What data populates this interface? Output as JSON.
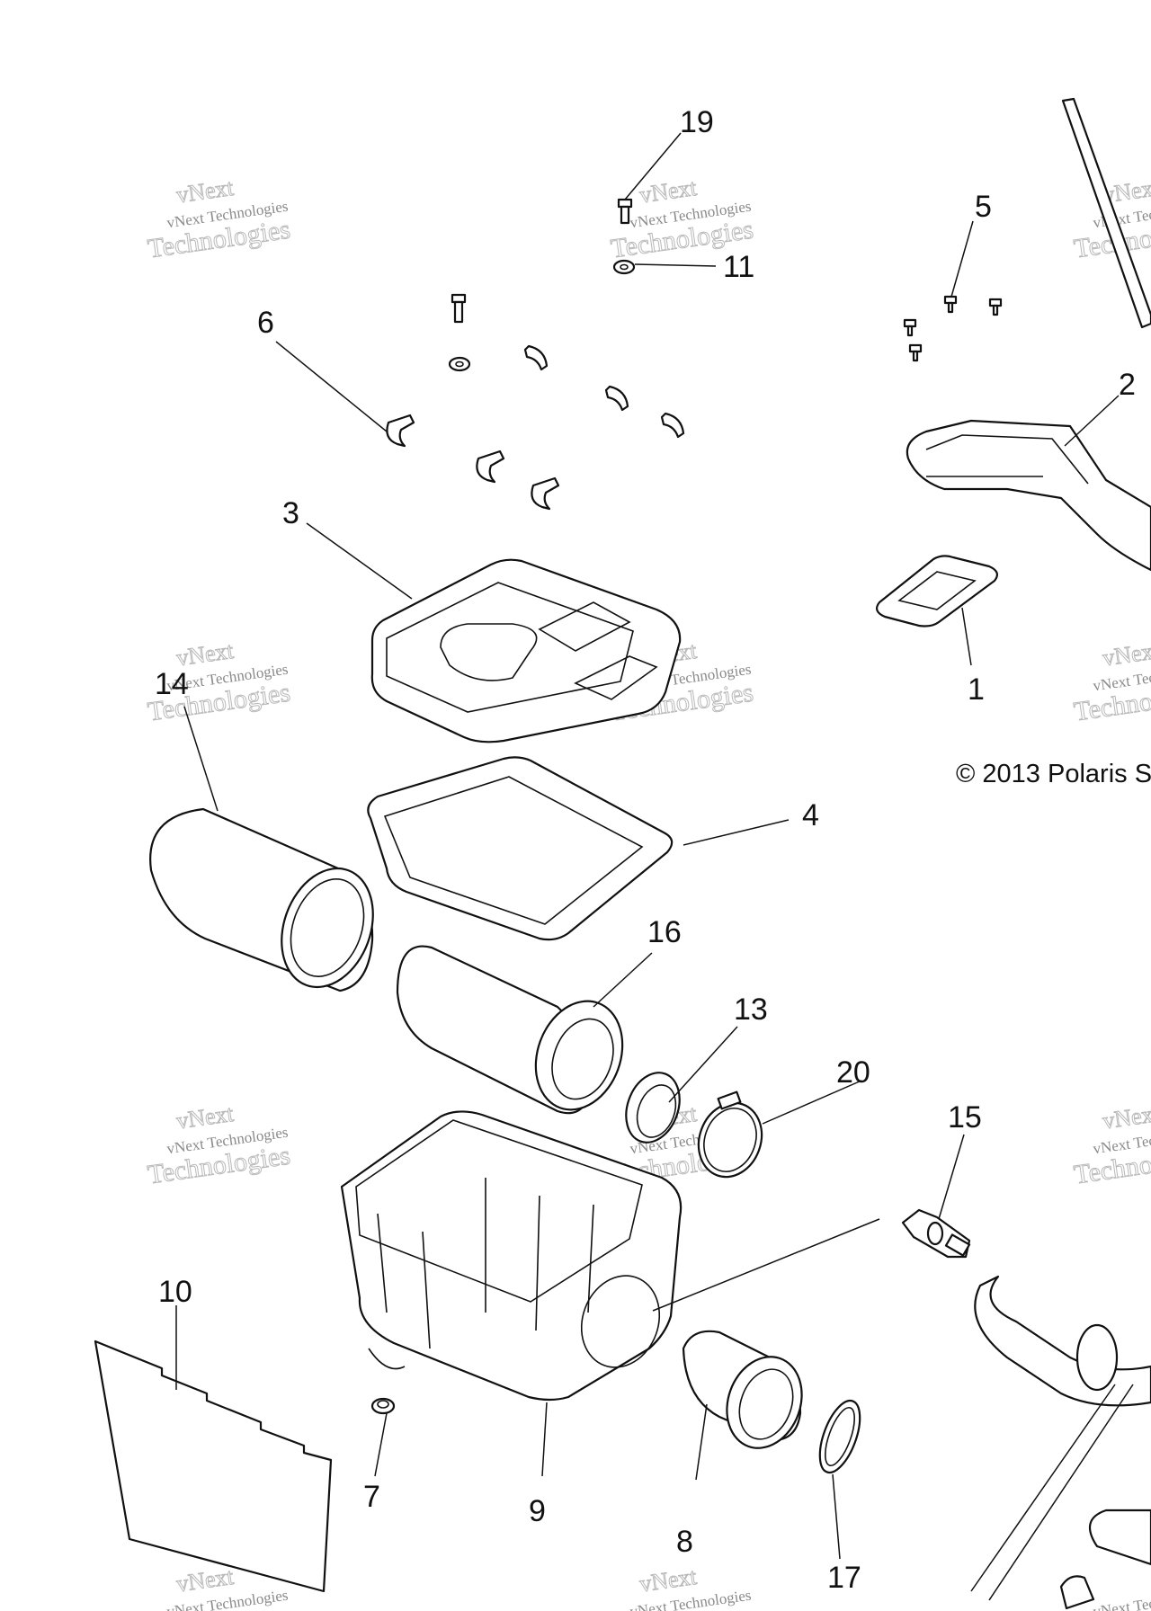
{
  "diagram": {
    "copyright": "© 2013 Polaris S",
    "watermark": {
      "line1": "vNext",
      "line2": "vNext Technologies",
      "line3": "Technologies"
    },
    "callouts": [
      "1",
      "2",
      "3",
      "4",
      "5",
      "6",
      "7",
      "8",
      "9",
      "10",
      "11",
      "13",
      "14",
      "15",
      "16",
      "17",
      "19",
      "20"
    ],
    "parts": [
      {
        "id": "1",
        "label": "1"
      },
      {
        "id": "2",
        "label": "2"
      },
      {
        "id": "3",
        "label": "3"
      },
      {
        "id": "4",
        "label": "4"
      },
      {
        "id": "5",
        "label": "5"
      },
      {
        "id": "6",
        "label": "6"
      },
      {
        "id": "7",
        "label": "7"
      },
      {
        "id": "8",
        "label": "8"
      },
      {
        "id": "9",
        "label": "9"
      },
      {
        "id": "10",
        "label": "10"
      },
      {
        "id": "11",
        "label": "11"
      },
      {
        "id": "13",
        "label": "13"
      },
      {
        "id": "14",
        "label": "14"
      },
      {
        "id": "15",
        "label": "15"
      },
      {
        "id": "16",
        "label": "16"
      },
      {
        "id": "17",
        "label": "17"
      },
      {
        "id": "19",
        "label": "19"
      },
      {
        "id": "20",
        "label": "20"
      }
    ]
  }
}
